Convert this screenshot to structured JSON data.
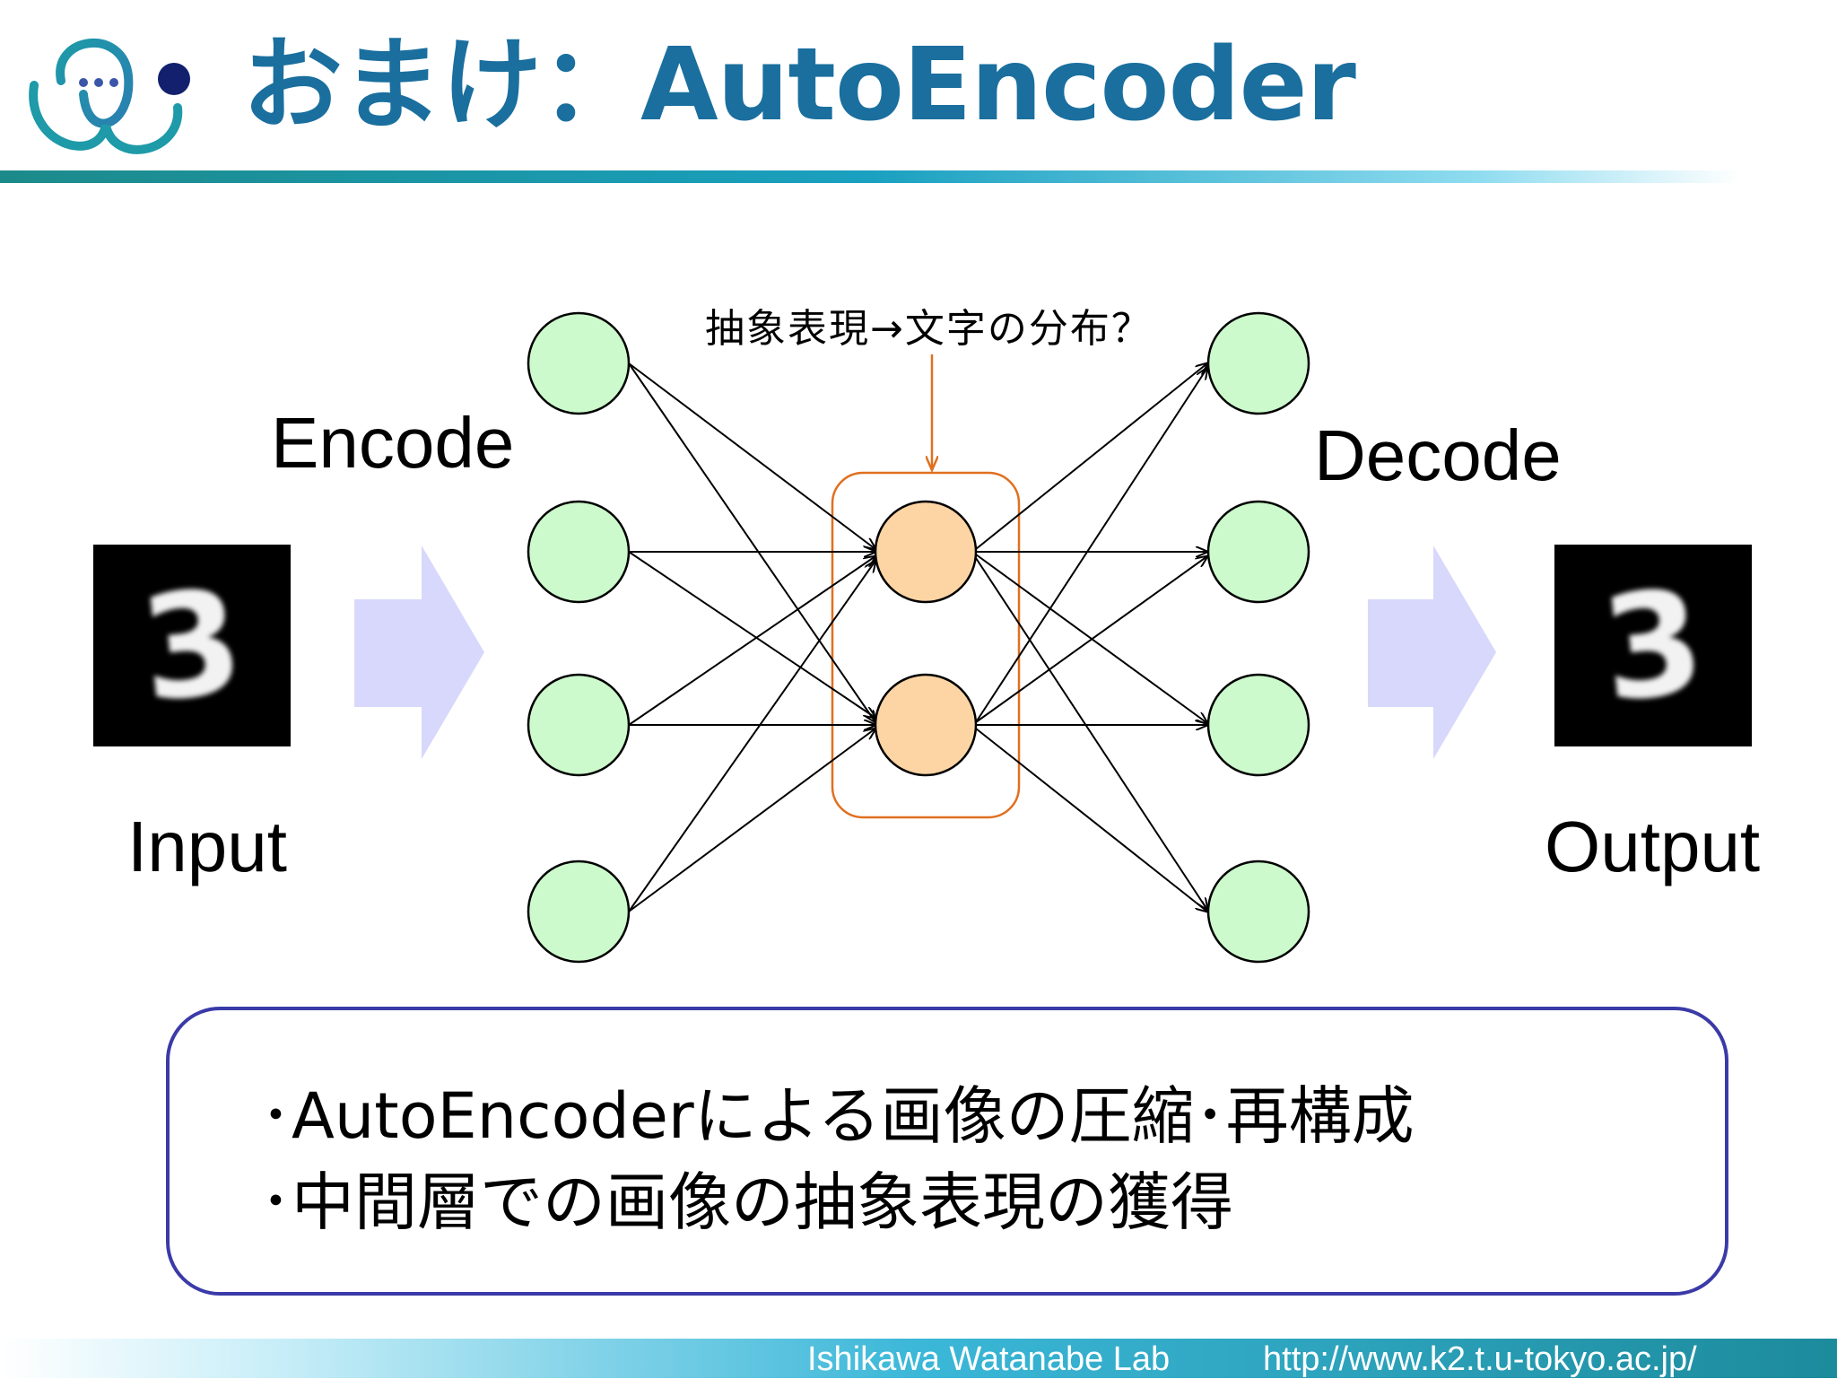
{
  "slide": {
    "title": "おまけ：AutoEncoder"
  },
  "diagram": {
    "encode_label": "Encode",
    "decode_label": "Decode",
    "input_label": "Input",
    "output_label": "Output",
    "annotation": "抽象表現→文字の分布？",
    "input_digit": "3",
    "output_digit": "3",
    "node_color_outer": "#ccfacc",
    "node_color_hidden": "#fdd5a4",
    "arrow_block_color": "#d7d8fb",
    "annotation_color": "#e07020"
  },
  "bullets": {
    "line1": "･AutoEncoderによる画像の圧縮･再構成",
    "line2": "･中間層での画像の抽象表現の獲得"
  },
  "footer": {
    "lab": "Ishikawa Watanabe Lab",
    "url": "http://www.k2.t.u-tokyo.ac.jp/"
  },
  "colors": {
    "title": "#1a6f9e",
    "box_border": "#3a3aa8"
  }
}
